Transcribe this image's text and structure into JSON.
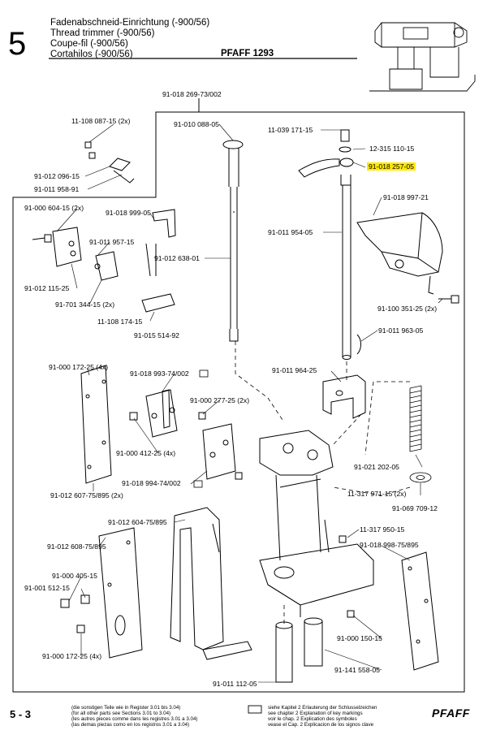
{
  "header": {
    "chapter": "5",
    "titles": [
      "Fadenabschneid-Einrichtung (-900/56)",
      "Thread trimmer (-900/56)",
      "Coupe-fil (-900/56)",
      "Cortahilos (-900/56)"
    ],
    "model": "PFAFF 1293"
  },
  "labels": {
    "assembly_top": "91-018 269-73/002",
    "l_11108087": "11-108 087-15 (2x)",
    "l_91012096": "91-012 096-15",
    "l_91011958": "91-011 958-91",
    "l_91010088": "91-010 088-05",
    "l_11039171": "11-039 171-15",
    "l_12315110": "12-315 110-15",
    "l_91018257": "91-018 257-05",
    "l_91018997": "91-018 997-21",
    "l_91000604": "91-000 604-15 (2x)",
    "l_91018999": "91-018 999-05",
    "l_91011957": "91-011 957-15",
    "l_91012638": "91-012 638-01",
    "l_91011954": "91-011 954-05",
    "l_91012115": "91-012 115-25",
    "l_91701344": "91-701 344-15 (2x)",
    "l_11108174": "11-108 174-15",
    "l_91015514": "91-015 514-92",
    "l_91100351": "91-100 351-25 (2x)",
    "l_91011963": "91-011 963-05",
    "l_91000172a": "91-000 172-25 (4x)",
    "l_91018993": "91-018 993-74/002",
    "l_91011964": "91-011 964-25",
    "l_91000277": "91-000 277-25 (2x)",
    "l_91000412": "91-000 412-25 (4x)",
    "l_91021202": "91-021 202-05",
    "l_91018994": "91-018 994-74/002",
    "l_11317971": "11-317 971-15 (2x)",
    "l_91069709": "91-069 709-12",
    "l_91012607": "91-012 607-75/895 (2x)",
    "l_91012604": "91-012 604-75/895",
    "l_11317950": "11-317 950-15",
    "l_91018998": "91-018 998-75/895",
    "l_91012608": "91-012 608-75/895",
    "l_91000405": "91-000 405-15",
    "l_91001512": "91-001 512-15",
    "l_91000150": "91-000 150-15",
    "l_91000172b": "91-000 172-25 (4x)",
    "l_91141558": "91-141 558-05",
    "l_91011112": "91-011 112-05"
  },
  "footer": {
    "page": "5 - 3",
    "note_left": [
      "(die sonstigen Teile wie in Register 3.01 bis 3.04)",
      "(for all other parts see Sections 3.01 to 3.04)",
      "(les autres pieces comme dans les registres 3.01 a 3.04)",
      "(las demas piezas como en los registros 3.01 a 3.04)"
    ],
    "note_right": [
      "siehe Kapitel 2 Erlauterung der Schlusselzeichen",
      "see chapter 2 Explanation of key markings",
      "voir le chap. 2 Explication des symboles",
      "vease el Cap. 2 Explicacion de los signos clave"
    ],
    "brand": "PFAFF"
  }
}
